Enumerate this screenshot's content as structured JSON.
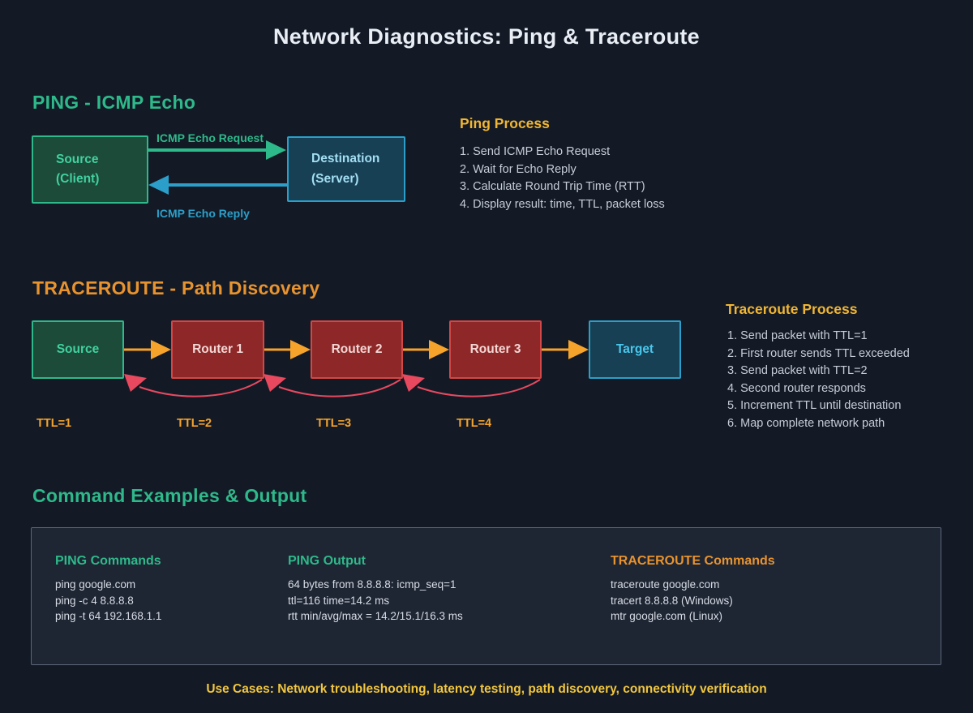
{
  "title": "Network Diagnostics: Ping & Traceroute",
  "colors": {
    "background": "#131a26",
    "green_accent": "#2eb98a",
    "blue_accent": "#2b9fc9",
    "orange_accent": "#e8932e",
    "yellow_accent": "#f2b632",
    "amber_arrow": "#f5a32b",
    "red_accent": "#e8495f",
    "router_fill": "#8e2828",
    "panel_fill": "#1e2533"
  },
  "ping_section": {
    "heading": "PING - ICMP Echo",
    "source_box": {
      "line1": "Source",
      "line2": "(Client)"
    },
    "destination_box": {
      "line1": "Destination",
      "line2": "(Server)"
    },
    "request_label": "ICMP Echo Request",
    "reply_label": "ICMP Echo Reply",
    "process": {
      "heading": "Ping Process",
      "steps": [
        "1. Send ICMP Echo Request",
        "2. Wait for Echo Reply",
        "3. Calculate Round Trip Time (RTT)",
        "4. Display result: time, TTL, packet loss"
      ]
    }
  },
  "traceroute_section": {
    "heading": "TRACEROUTE - Path Discovery",
    "nodes": [
      "Source",
      "Router 1",
      "Router 2",
      "Router 3",
      "Target"
    ],
    "ttl_labels": [
      "TTL=1",
      "TTL=2",
      "TTL=3",
      "TTL=4"
    ],
    "process": {
      "heading": "Traceroute Process",
      "steps": [
        "1. Send packet with TTL=1",
        "2. First router sends TTL exceeded",
        "3. Send packet with TTL=2",
        "4. Second router responds",
        "5. Increment TTL until destination",
        "6. Map complete network path"
      ]
    }
  },
  "commands_section": {
    "heading": "Command Examples & Output",
    "columns": [
      {
        "heading": "PING Commands",
        "lines": [
          "ping google.com",
          "ping -c 4 8.8.8.8",
          "ping -t 64 192.168.1.1"
        ]
      },
      {
        "heading": "PING Output",
        "lines": [
          "64 bytes from 8.8.8.8: icmp_seq=1",
          "ttl=116 time=14.2 ms",
          "rtt min/avg/max = 14.2/15.1/16.3 ms"
        ]
      },
      {
        "heading": "TRACEROUTE Commands",
        "lines": [
          "traceroute google.com",
          "tracert 8.8.8.8 (Windows)",
          "mtr google.com (Linux)"
        ]
      }
    ]
  },
  "footer": {
    "use_cases": "Use Cases: Network troubleshooting, latency testing, path discovery, connectivity verification"
  }
}
